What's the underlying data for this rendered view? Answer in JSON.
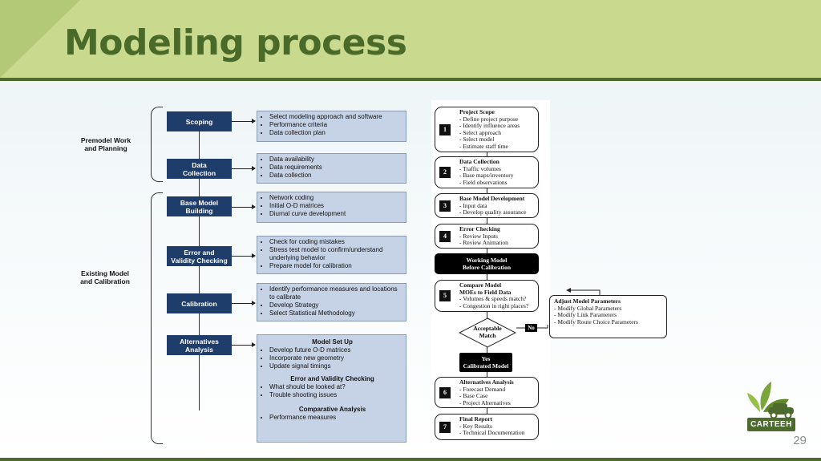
{
  "slide": {
    "title": "Modeling process",
    "page_number": "29",
    "logo_text": "CARTEEH",
    "colors": {
      "header": "#c9d98e",
      "accent": "#4e6b2f",
      "step": "#1f3d6b",
      "box": "#c6d3e6"
    }
  },
  "left_diagram": {
    "phases": [
      "Premodel Work\nand Planning",
      "Existing Model\nand Calibration"
    ],
    "steps": [
      {
        "label": "Scoping",
        "items": [
          "Select modeling approach and software",
          "Performance criteria",
          "Data collection plan"
        ]
      },
      {
        "label": "Data\nCollection",
        "items": [
          "Data availability",
          "Data requirements",
          "Data collection"
        ]
      },
      {
        "label": "Base Model\nBuilding",
        "items": [
          "Network coding",
          "Initial O-D matrices",
          "Diurnal curve development"
        ]
      },
      {
        "label": "Error and\nValidity Checking",
        "items": [
          "Check for coding mistakes",
          "Stress test model to confirm/understand underlying behavior",
          "Prepare model for calibration"
        ]
      },
      {
        "label": "Calibration",
        "items": [
          "Identify performance measures and locations to calibrate",
          "Develop Strategy",
          "Select Statistical Methodology"
        ]
      },
      {
        "label": "Alternatives\nAnalysis",
        "sections": [
          {
            "heading": "Model Set Up",
            "items": [
              "Develop future O-D matrices",
              "Incorporate new geometry",
              "Update signal timings"
            ]
          },
          {
            "heading": "Error and Validity Checking",
            "items": [
              "What should be looked at?",
              "Trouble shooting issues"
            ]
          },
          {
            "heading": "Comparative Analysis",
            "items": [
              "Performance measures"
            ]
          }
        ]
      }
    ]
  },
  "right_diagram": {
    "steps": [
      {
        "num": "1",
        "heading": "Project Scope",
        "items": [
          "- Define project purpose",
          "- Identify influence areas",
          "- Select approach",
          "- Select model",
          "- Estimate staff time"
        ]
      },
      {
        "num": "2",
        "heading": "Data Collection",
        "items": [
          "- Traffic volumes",
          "- Base maps/inventory",
          "- Field observations"
        ]
      },
      {
        "num": "3",
        "heading": "Base Model Development",
        "items": [
          "- Input data",
          "- Develop quality assurance"
        ]
      },
      {
        "num": "4",
        "heading": "Error Checking",
        "items": [
          "- Review Inputs",
          "- Review Animation"
        ]
      },
      {
        "num": "5",
        "heading": "Compare Model\nMOEs to Field Data",
        "items": [
          "- Volumes & speeds match?",
          "- Congestion in right places?"
        ]
      },
      {
        "num": "6",
        "heading": "Alternatives Analysis",
        "items": [
          "- Forecast Demand",
          "- Base Case",
          "- Project Alternatives"
        ]
      },
      {
        "num": "7",
        "heading": "Final Report",
        "items": [
          "- Key Results",
          "- Technical Documentation"
        ]
      }
    ],
    "working_model": "Working Model\nBefore Calibration",
    "decision": "Acceptable\nMatch",
    "no_label": "No",
    "yes_box": "Yes\nCalibrated Model",
    "adjust": {
      "heading": "Adjust Model Parameters",
      "items": [
        "- Modify Global Parameters",
        "- Modify Link Parameters",
        "- Modify Route Choice Parameters"
      ]
    }
  }
}
